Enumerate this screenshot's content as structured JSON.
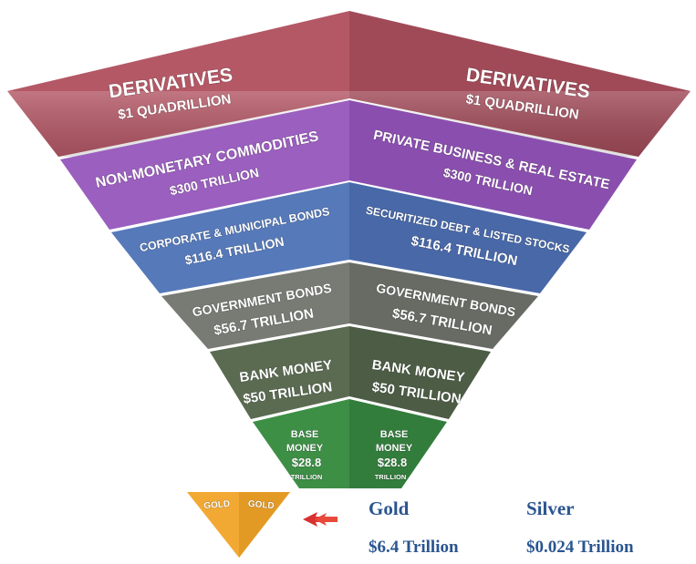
{
  "pyramid": {
    "tiers": [
      {
        "color_left": "#b45866",
        "color_right": "#a04a58",
        "left": {
          "title": "DERIVATIVES",
          "value": "$1 QUADRILLION"
        },
        "right": {
          "title": "DERIVATIVES",
          "value": "$1 QUADRILLION"
        }
      },
      {
        "color_left": "#9b5fbf",
        "color_right": "#8a4fae",
        "left": {
          "title": "NON-MONETARY COMMODITIES",
          "value": "$300 TRILLION"
        },
        "right": {
          "title": "PRIVATE BUSINESS & REAL ESTATE",
          "value": "$300 TRILLION"
        }
      },
      {
        "color_left": "#5679b9",
        "color_right": "#4868a8",
        "left": {
          "title": "CORPORATE & MUNICIPAL BONDS",
          "value": "$116.4 TRILLION"
        },
        "right": {
          "title": "SECURITIZED DEBT & LISTED STOCKS",
          "value": "$116.4 TRILLION"
        }
      },
      {
        "color_left": "#787b73",
        "color_right": "#686b63",
        "left": {
          "title": "GOVERNMENT BONDS",
          "value": "$56.7 TRILLION"
        },
        "right": {
          "title": "GOVERNMENT BONDS",
          "value": "$56.7 TRILLION"
        }
      },
      {
        "color_left": "#5b6b52",
        "color_right": "#4d5c45",
        "left": {
          "title": "BANK MONEY",
          "value": "$50 TRILLION"
        },
        "right": {
          "title": "BANK MONEY",
          "value": "$50 TRILLION"
        }
      },
      {
        "color_left": "#3d8f46",
        "color_right": "#337d3c",
        "left": {
          "title": "BASE",
          "title2": "MONEY",
          "value": "$28.8",
          "unit": "TRILLION"
        },
        "right": {
          "title": "BASE",
          "title2": "MONEY",
          "value": "$28.8",
          "unit": "TRILLION"
        }
      }
    ]
  },
  "gold_triangle": {
    "left_label": "GOLD",
    "right_label": "GOLD",
    "color": "#f2a933"
  },
  "arrow": {
    "color": "#d93030"
  },
  "legend": {
    "gold": {
      "name": "Gold",
      "value": "$6.4 Trillion"
    },
    "silver": {
      "name": "Silver",
      "value": "$0.024 Trillion"
    }
  },
  "colors": {
    "legend_text": "#2a5590"
  }
}
